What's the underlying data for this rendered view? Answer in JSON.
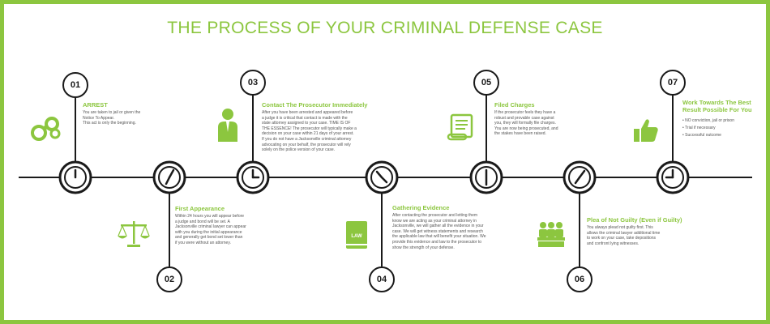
{
  "title": "THE PROCESS OF YOUR CRIMINAL DEFENSE CASE",
  "colors": {
    "accent": "#8cc63f",
    "line": "#1a1a1a",
    "border": "#8cc63f"
  },
  "steps": [
    {
      "number": "01",
      "title": "ARREST",
      "icon": "handcuffs-icon",
      "lines": [
        "You are taken to jail or given the",
        "Notice To Appear.",
        "This act is only the beginning."
      ]
    },
    {
      "number": "02",
      "title": "First Appearance",
      "icon": "scales-icon",
      "lines": [
        "Within 24 hours you will appear before",
        "a judge and bond will be set. A",
        "Jacksonville criminal lawyer can appear",
        "with you during the initial appearance",
        "and generally get bond set lower than",
        "if you were without an attorney."
      ]
    },
    {
      "number": "03",
      "title": "Contact The Prosecutor Immediately",
      "icon": "prosecutor-icon",
      "lines": [
        "After you have been arrested and appeared before",
        "a judge it is critical that contact is made with the",
        "state attorney assigned to your case. TIME IS OF",
        "THE ESSENCE! The prosecutor will typically make a",
        "decision on your case within 21 days of your arrest.",
        "If you do not have a Jacksonville criminal attorney",
        "advocating on your behalf, the prosecutor will rely",
        "solely on the police version of your case."
      ]
    },
    {
      "number": "04",
      "title": "Gathering Evidence",
      "icon": "law-book-icon",
      "lines": [
        "After contacting the prosecutor and letting them",
        "know we are acting as your criminal attorney in",
        "Jacksonville, we will gather all the evidence in your",
        "case. We will get witness statements and research",
        "the applicable law that will benefit your situation. We",
        "provide this evidence and law to the prosecutor to",
        "show the strength of your defense."
      ]
    },
    {
      "number": "05",
      "title": "Filed Charges",
      "icon": "scroll-icon",
      "lines": [
        "If the prosecutor feels they have a",
        "robust and provable case against",
        "you, they will formally file charges.",
        "You are now being prosecuted, and",
        "the stakes have been raised."
      ]
    },
    {
      "number": "06",
      "title": "Plea of Not Guilty (Even if Guilty)",
      "icon": "jury-icon",
      "lines": [
        "You always plead not guilty first. This",
        "allows the criminal lawyer additional time",
        "to work on your case, take depositions",
        "and confront lying witnesses."
      ]
    },
    {
      "number": "07",
      "title_lines": [
        "Work Towards The Best",
        "Result Possible For You"
      ],
      "icon": "thumbs-up-icon",
      "lines": [
        "• NO conviction, jail or prison",
        "• Trial if necessary",
        "• Successful outcome"
      ]
    }
  ]
}
